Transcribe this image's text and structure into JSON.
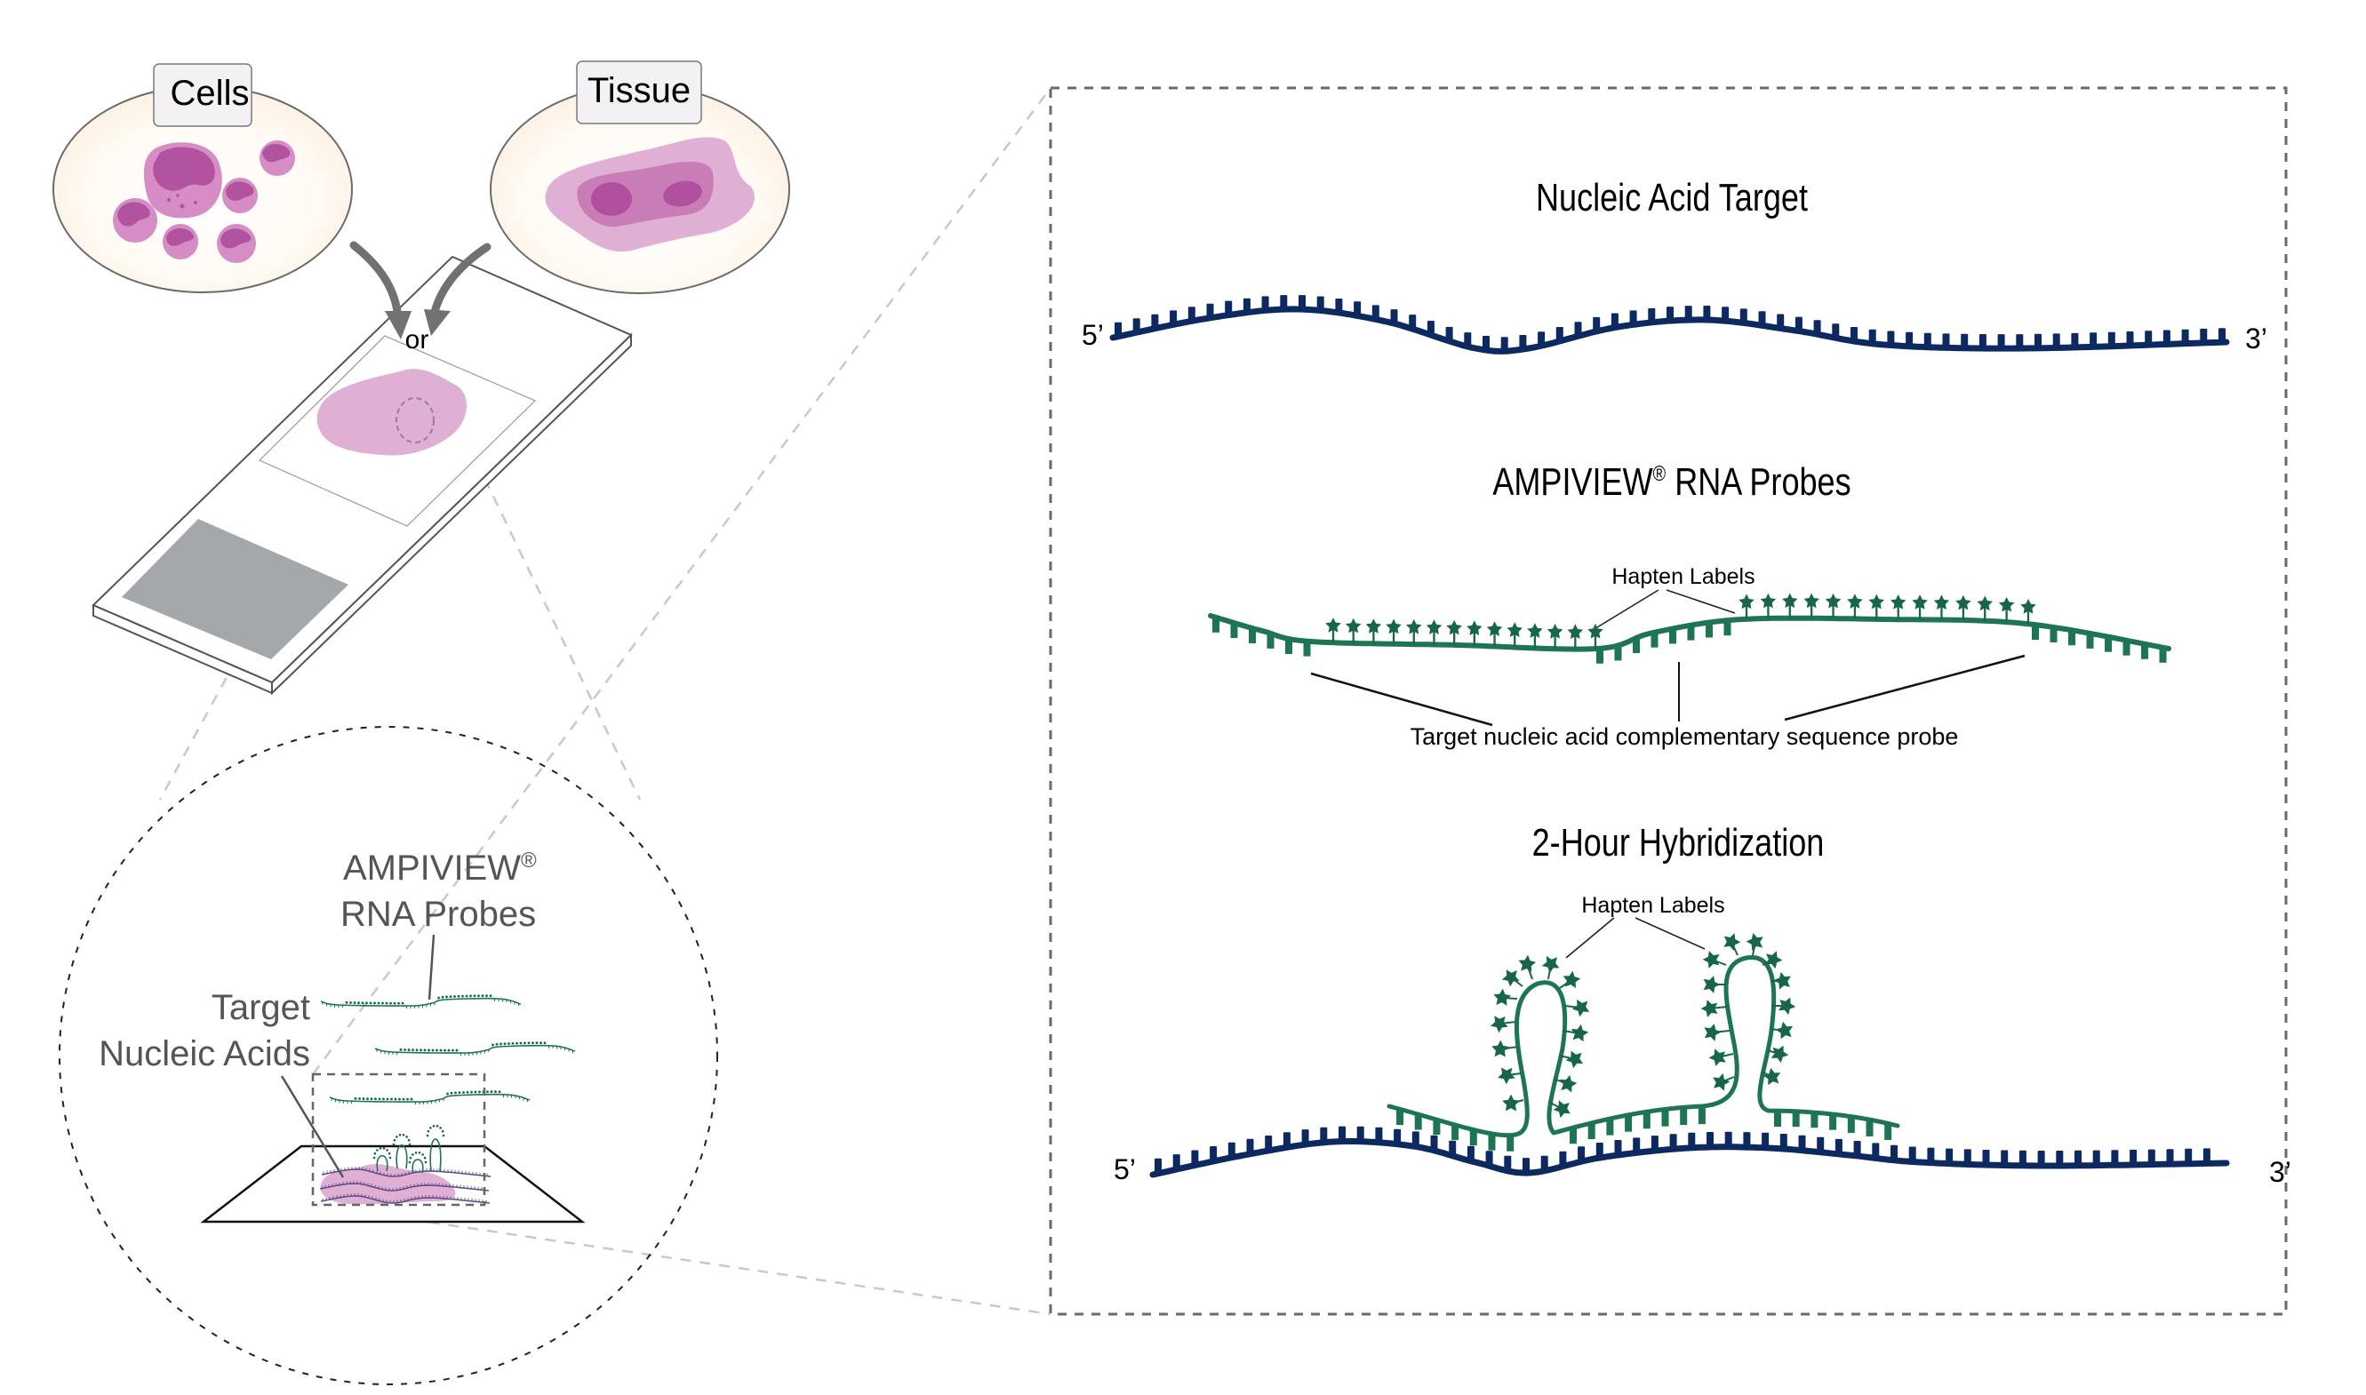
{
  "overview": {
    "sources": [
      {
        "id": "cells",
        "label": "Cells"
      },
      {
        "id": "tissue",
        "label": "Tissue"
      }
    ],
    "or_label": "or",
    "zoom_callout": {
      "probes_label_line1": "AMPIVIEW",
      "probes_label_mark": "®",
      "probes_label_line2": "RNA Probes",
      "target_label_line1": "Target",
      "target_label_line2": "Nucleic Acids"
    }
  },
  "detail_panel": {
    "sections": [
      {
        "id": "target",
        "title": "Nucleic Acid Target",
        "five_prime": "5’",
        "three_prime": "3’"
      },
      {
        "id": "probes",
        "title_main": "AMPIVIEW",
        "title_mark": "®",
        "title_rest": " RNA Probes",
        "hapten_label": "Hapten Labels",
        "complementary_label": "Target nucleic acid complementary sequence probe",
        "hapten_count_per_block": [
          14,
          14
        ]
      },
      {
        "id": "hybridization",
        "title": "2-Hour Hybridization",
        "hapten_label": "Hapten Labels",
        "five_prime": "5’",
        "three_prime": "3’"
      }
    ]
  },
  "colors": {
    "target_strand": "#0c2961",
    "probe_strand": "#1d7553",
    "hapten": "#166647",
    "cell_light": "#d68cc4",
    "cell_dark": "#b2539f",
    "tissue_outer": "#dfb0d3",
    "tissue_mid": "#c97db6",
    "tissue_core": "#b0509e",
    "dish_fill": "#fdf3e6",
    "label_box": "#f3f1f3",
    "slide_label_area": "#a5a8aa",
    "arrow": "#717171",
    "connector_dash": "#c8c8c8",
    "frame_dash": "#6a6a6a"
  }
}
